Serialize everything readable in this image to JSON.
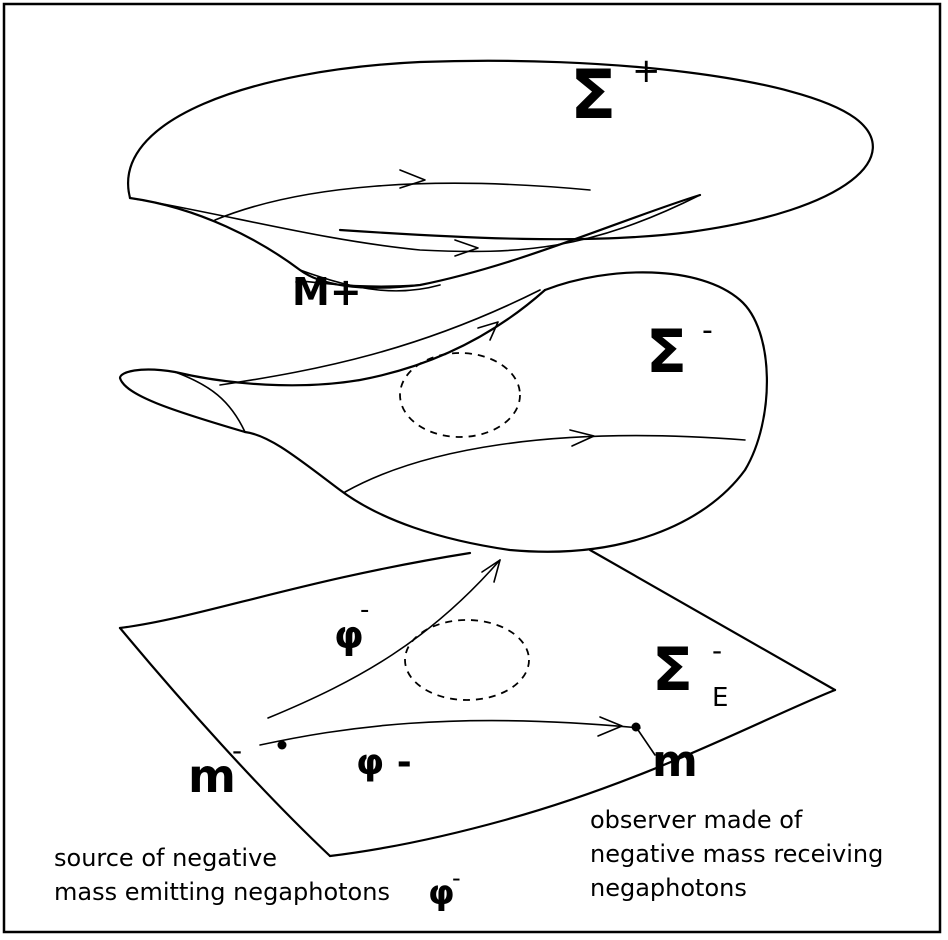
{
  "labels": {
    "sigma_plus": "Σ",
    "sigma_plus_sup": "+",
    "m_plus": "M+",
    "sigma_minus": "Σ",
    "sigma_minus_sup": "-",
    "sigma_e": "Σ",
    "sigma_e_sup": "-",
    "sigma_e_sub": "E",
    "phi_upper": "φ",
    "phi_upper_sup": "-",
    "phi_lower": "φ -",
    "m_source": "m",
    "m_source_sup": "-",
    "m_observer": "m"
  },
  "captions": {
    "observer_line1": "observer made of",
    "observer_line2": "negative mass receiving",
    "observer_line3": "negaphotons",
    "source_line1": "source of negative",
    "source_line2": "mass emitting negaphotons",
    "source_symbol": "φ",
    "source_symbol_sup": "-"
  }
}
